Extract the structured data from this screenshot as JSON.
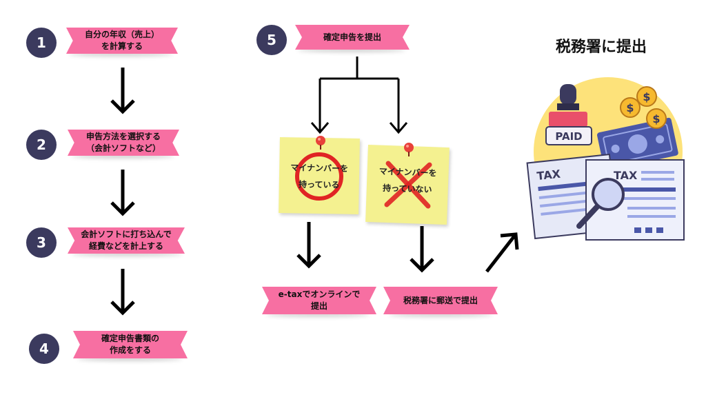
{
  "steps": [
    {
      "number": "1",
      "line1": "自分の年収（売上）",
      "line2": "を計算する"
    },
    {
      "number": "2",
      "line1": "申告方法を選択する",
      "line2": "（会計ソフトなど）"
    },
    {
      "number": "3",
      "line1": "会計ソフトに打ち込んで",
      "line2": "経費などを計上する"
    },
    {
      "number": "4",
      "line1": "確定申告書類の",
      "line2": "作成をする"
    },
    {
      "number": "5",
      "line1": "確定申告を提出"
    }
  ],
  "branches": {
    "with_card": {
      "line1": "マイナンバーを",
      "line2": "持っている"
    },
    "without_card": {
      "line1": "マイナンバーを",
      "line2": "持っていない"
    }
  },
  "outcomes": {
    "online": {
      "line1": "e-taxでオンラインで",
      "line2": "提出"
    },
    "mail": {
      "line1": "税務署に郵送で提出"
    }
  },
  "office_title": "税務署に提出",
  "illustration": {
    "stamp_text": "PAID",
    "form_label": "TAX",
    "form2_label": "TAX",
    "coin_symbol": "$"
  },
  "colors": {
    "ribbon": "#f76fa2",
    "circle": "#3b3a5e",
    "note": "#f4f190",
    "mark": "#e02424"
  }
}
